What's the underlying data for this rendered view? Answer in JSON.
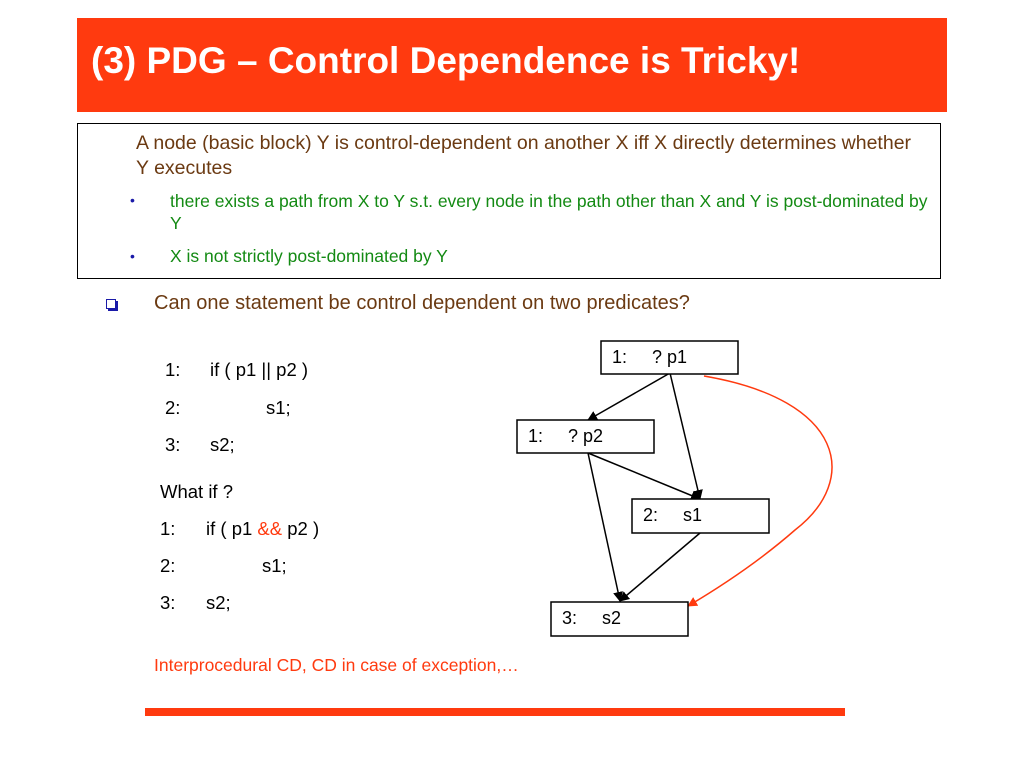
{
  "slide": {
    "title": "(3) PDG – Control Dependence is Tricky!",
    "definition": "A node (basic block) Y is control-dependent on another X iff X directly determines whether Y executes",
    "bullets": [
      "there exists a path from X to Y s.t. every node in the path other than X and Y is post-dominated by Y",
      "X is not strictly post-dominated by Y"
    ],
    "bullet_symbol": "•",
    "question": "Can one statement be control dependent on two predicates?",
    "code1": [
      {
        "num": "1:",
        "stmt": "if ( p1 || p2 )"
      },
      {
        "num": "2:",
        "stmt": "s1;"
      },
      {
        "num": "3:",
        "stmt": "s2;"
      }
    ],
    "what_if": "What if ?",
    "code2": {
      "line1_num": "1:",
      "line1_pre": "if ( p1",
      "line1_op": "&&",
      "line1_post": "p2 )",
      "line2_num": "2:",
      "line2_stmt": "s1;",
      "line3_num": "3:",
      "line3_stmt": "s2;"
    },
    "footer_note": "Interprocedural CD, CD in case of exception,…",
    "colors": {
      "accent": "#ff3a0f",
      "definition_text": "#6b3a12",
      "bullet_text": "#138a13",
      "bullet_marker": "#1a1aa8"
    }
  },
  "diagram": {
    "nodes": [
      {
        "id": "n1",
        "num": "1:",
        "label": "? p1"
      },
      {
        "id": "n2",
        "num": "1:",
        "label": "? p2"
      },
      {
        "id": "n3",
        "num": "2:",
        "label": "s1"
      },
      {
        "id": "n4",
        "num": "3:",
        "label": "s2"
      }
    ],
    "edges": [
      {
        "from": "n1",
        "to": "n2",
        "style": "black"
      },
      {
        "from": "n1",
        "to": "n3",
        "style": "black"
      },
      {
        "from": "n2",
        "to": "n3",
        "style": "black"
      },
      {
        "from": "n2",
        "to": "n4",
        "style": "black"
      },
      {
        "from": "n3",
        "to": "n4",
        "style": "black"
      },
      {
        "from": "n1",
        "to": "n4",
        "style": "red-curve"
      }
    ]
  }
}
